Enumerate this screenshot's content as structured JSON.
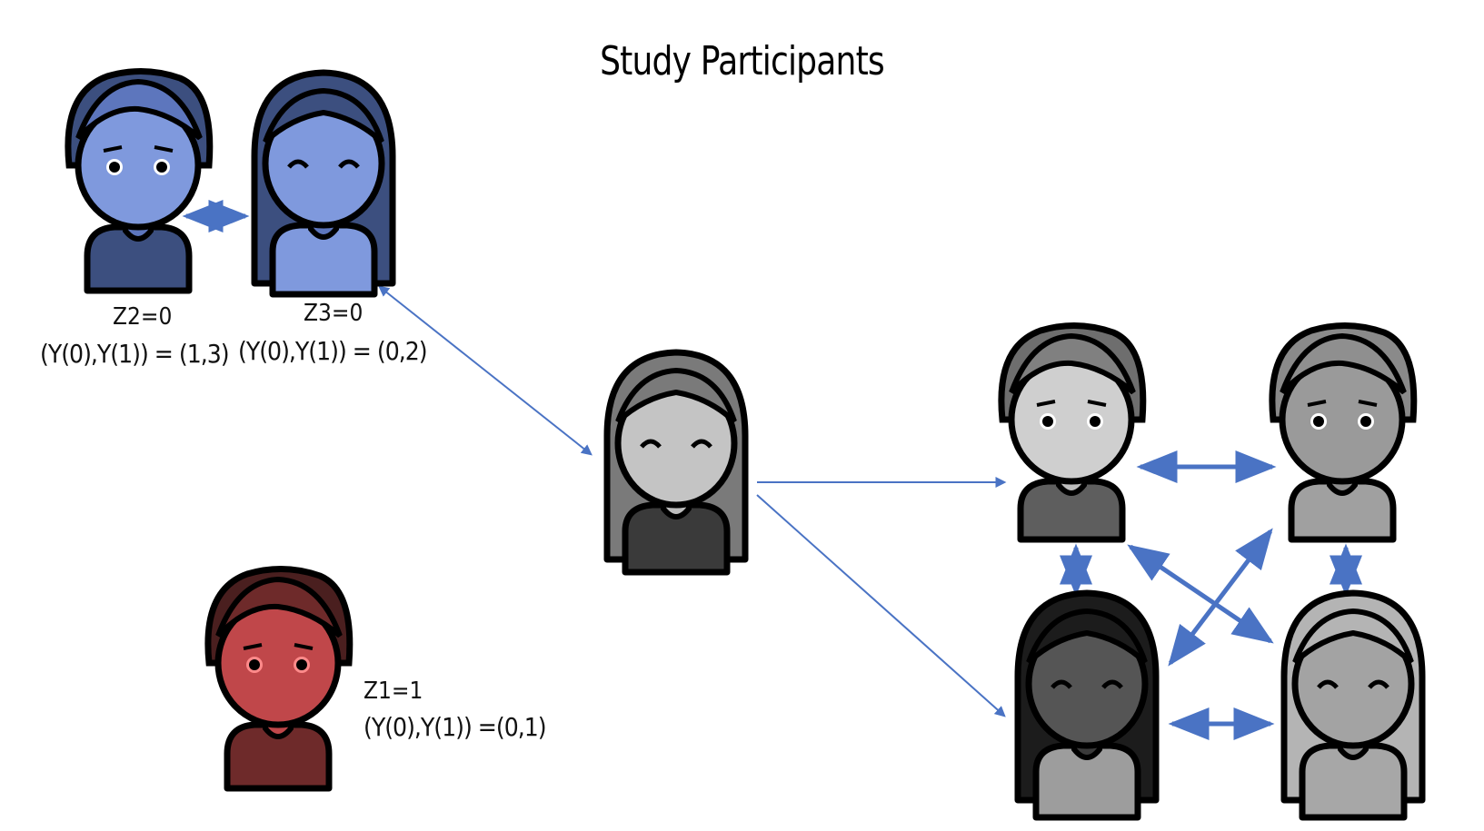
{
  "title": "Study Participants",
  "participants": [
    {
      "id": "z2-person",
      "z_label": "Z2=0",
      "y_label": "(Y(0),Y(1)) = (1,3)",
      "group": "control",
      "style": "boy"
    },
    {
      "id": "z3-person",
      "z_label": "Z3=0",
      "y_label": "(Y(0),Y(1)) = (0,2)",
      "group": "control",
      "style": "girl"
    },
    {
      "id": "z1-person",
      "z_label": "Z1=1",
      "y_label": "(Y(0),Y(1)) =(0,1)",
      "group": "treated",
      "style": "boy"
    },
    {
      "id": "center-person",
      "group": "unassigned",
      "style": "girl"
    },
    {
      "id": "cluster-top-left",
      "group": "unassigned",
      "style": "boy"
    },
    {
      "id": "cluster-top-right",
      "group": "unassigned",
      "style": "boy"
    },
    {
      "id": "cluster-bottom-left",
      "group": "unassigned",
      "style": "girl"
    },
    {
      "id": "cluster-bottom-right",
      "group": "unassigned",
      "style": "girl"
    }
  ],
  "colors": {
    "control_light": "#7f99dd",
    "control_mid": "#5d76bd",
    "control_dark": "#3c4f7f",
    "treated_light": "#c0474a",
    "treated_dark": "#6e2a2a",
    "arrow": "#4a73c4",
    "outline": "#000000"
  }
}
